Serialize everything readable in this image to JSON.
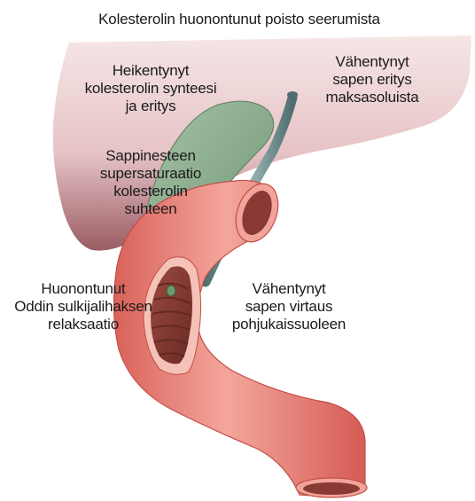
{
  "title": "Kolesterolin huonontunut poisto seerumista",
  "labels": {
    "synthesis": [
      "Heikentynyt",
      "kolesterolin synteesi",
      "ja eritys"
    ],
    "secretion": [
      "Vähentynyt",
      "sapen eritys",
      "maksasoluista"
    ],
    "supersaturation": [
      "Sappinesteen",
      "supersaturaatio",
      "kolesterolin",
      "suhteen"
    ],
    "sphincter": [
      "Huonontunut",
      "Oddin sulkijalihaksen",
      "relaksaatio"
    ],
    "flow": [
      "Vähentynyt",
      "sapen virtaus",
      "pohjukaissuoleen"
    ]
  },
  "colors": {
    "liver": "#e8c9cb",
    "gallbladder": "#8faf92",
    "bile_duct": "#6e8c8c",
    "intestine": "#e9827a",
    "lumen": "#7a3a32"
  }
}
